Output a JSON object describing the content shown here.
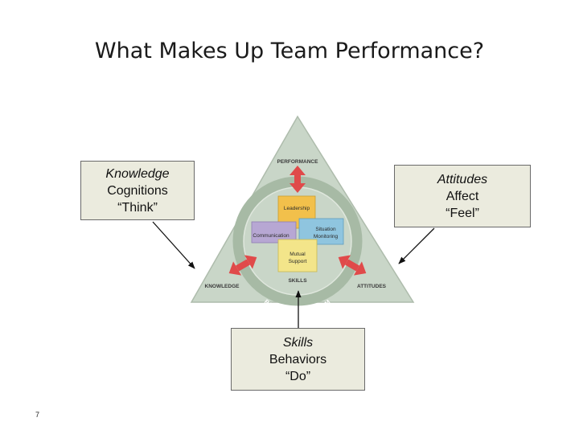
{
  "title": "What Makes Up Team Performance?",
  "page_number": "7",
  "triangle": {
    "top_label": "PERFORMANCE",
    "left_label": "KNOWLEDGE",
    "right_label": "ATTITUDES",
    "bottom_label": "SKILLS",
    "ring_text": "PATIENT CARE TEAM",
    "pieces": {
      "leadership": "Leadership",
      "communication": "Communication",
      "situation_monitoring_1": "Situation",
      "situation_monitoring_2": "Monitoring",
      "mutual_support_1": "Mutual",
      "mutual_support_2": "Support"
    }
  },
  "callouts": {
    "knowledge": {
      "line1": "Knowledge",
      "line2": "Cognitions",
      "line3": "“Think”"
    },
    "attitudes": {
      "line1": "Attitudes",
      "line2": "Affect",
      "line3": "“Feel”"
    },
    "skills": {
      "line1": "Skills",
      "line2": "Behaviors",
      "line3": "“Do”"
    }
  },
  "colors": {
    "triangle_fill": "#c9d6c8",
    "ring": "#a6b9a4",
    "arrow": "#e04a4a",
    "leadership": "#f2c04b",
    "communication": "#b7a7d3",
    "situation_monitoring": "#8fc5df",
    "mutual_support": "#f3e58a",
    "callout_fill": "#ebebde"
  }
}
